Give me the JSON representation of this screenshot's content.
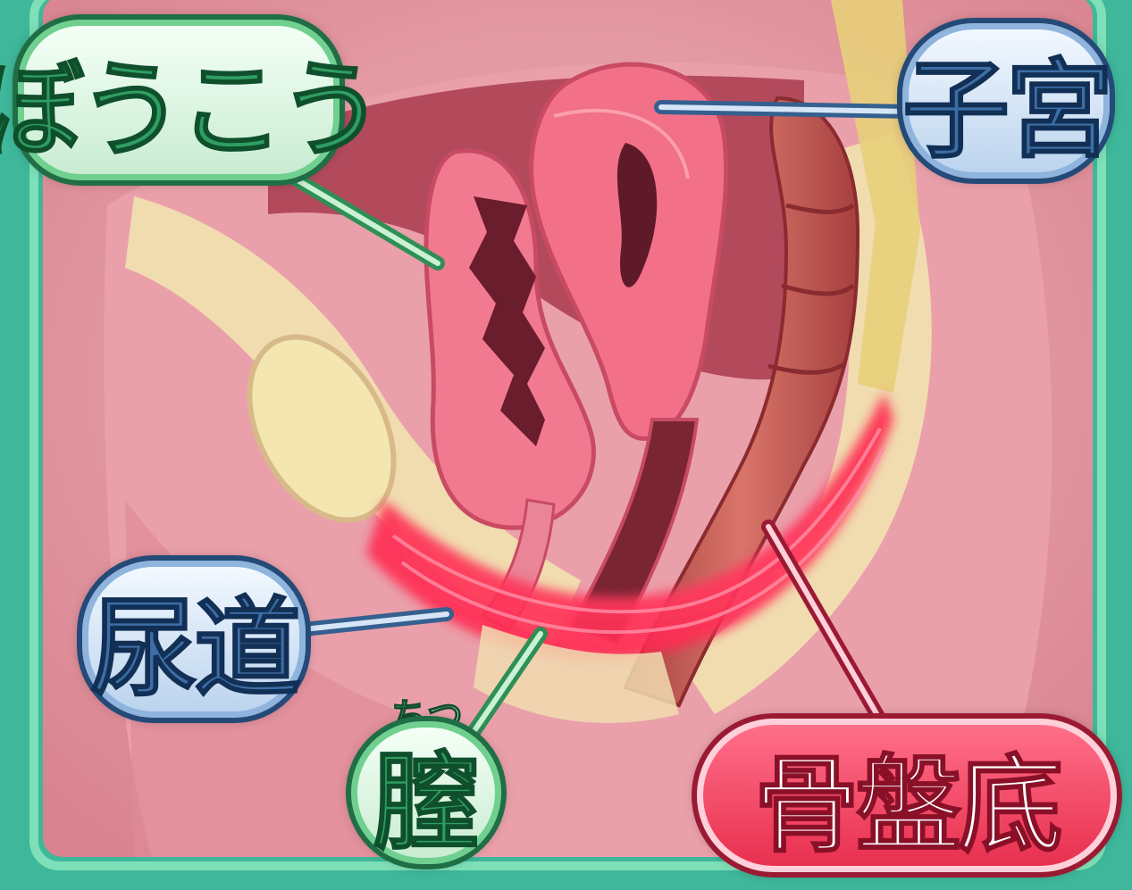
{
  "labels": {
    "bladder": "ぼうこう",
    "uterus": "子宮",
    "urethra": "尿道",
    "vagina": "膣",
    "vagina_ruby": "ちつ",
    "pelvic_floor": "骨盤底"
  },
  "colors": {
    "frame": "#3fb79a",
    "panel": "#e7a3ad",
    "bone": "#f1dcb0",
    "organ": "#f26e86",
    "pelvic_muscle": "#ff2f55",
    "green_label": "#6fd08f",
    "blue_label": "#8fb4dd",
    "red_label": "#e8304f"
  }
}
